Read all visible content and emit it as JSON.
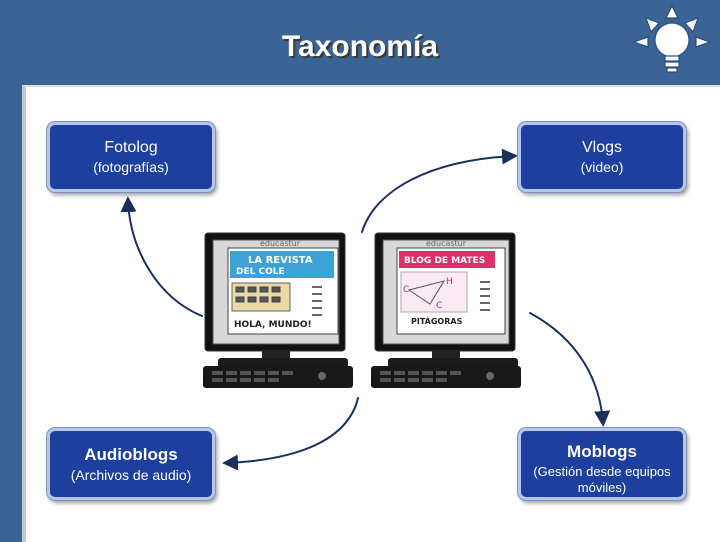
{
  "title": "Taxonomía",
  "colors": {
    "background": "#3a6494",
    "box": "#1d3f9e",
    "arrow": "#1a2f5e"
  },
  "boxes": {
    "fotolog": {
      "title": "Fotolog",
      "subtitle": "(fotografías)"
    },
    "vlogs": {
      "title": "Vlogs",
      "subtitle": "(video)"
    },
    "audioblogs": {
      "title": "Audioblogs",
      "subtitle": "(Archivos de audio)"
    },
    "moblogs": {
      "title": "Moblogs",
      "subtitle": "(Gestión desde equipos móviles)"
    }
  },
  "monitors": {
    "left": {
      "brand": "educastur",
      "screen_title_1": "LA REVISTA",
      "screen_title_2": "DEL COLE",
      "caption": "HOLA, MUNDO!"
    },
    "right": {
      "brand": "educastur",
      "screen_title": "BLOG DE MATES",
      "caption": "PITÁGORAS",
      "label_c1": "C",
      "label_c2": "C",
      "label_h": "H"
    }
  },
  "icons": {
    "logo": "lightbulb-icon"
  }
}
